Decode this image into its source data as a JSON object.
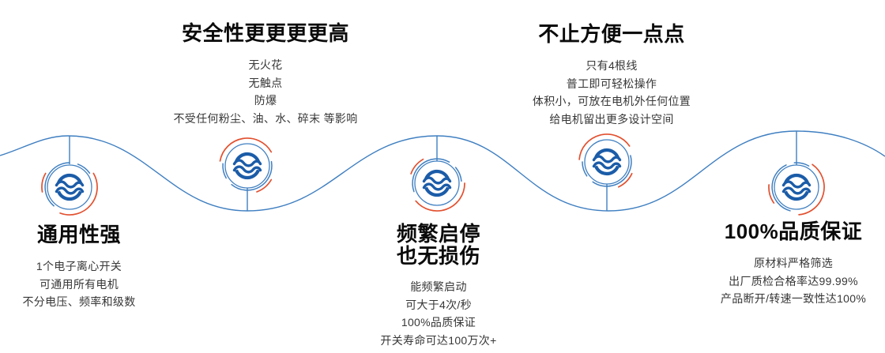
{
  "diagram": {
    "type": "feature-wave-timeline",
    "node_count": 5,
    "node_icon": "brand-waves-icon",
    "colors": {
      "wave_blue": "#3f7fc1",
      "logo_blue": "#1b5ca8",
      "accent_red": "#e2502f",
      "title_text": "#0b0b0b",
      "body_text": "#373737",
      "background": "#ffffff"
    }
  },
  "features": [
    {
      "title_lines": [
        "通用性强"
      ],
      "lines": [
        "1个电子离心开关",
        "可通用所有电机",
        "不分电压、频率和级数"
      ],
      "text_position": "below-wave"
    },
    {
      "title_lines": [
        "安全性更更更更高"
      ],
      "lines": [
        "无火花",
        "无触点",
        "防爆",
        "不受任何粉尘、油、水、碎末 等影响"
      ],
      "text_position": "above-wave"
    },
    {
      "title_lines": [
        "频繁启停",
        "也无损伤"
      ],
      "lines": [
        "能频繁启动",
        "可大于4次/秒",
        "100%品质保证",
        "开关寿命可达100万次+"
      ],
      "text_position": "below-wave"
    },
    {
      "title_lines": [
        "不止方便一点点"
      ],
      "lines": [
        "只有4根线",
        "普工即可轻松操作",
        "体积小，可放在电机外任何位置",
        "给电机留出更多设计空间"
      ],
      "text_position": "above-wave"
    },
    {
      "title_lines": [
        "100%品质保证"
      ],
      "lines": [
        "原材料严格筛选",
        "出厂质检合格率达99.99%",
        "产品断开/转速一致性达100%"
      ],
      "text_position": "below-wave"
    }
  ]
}
